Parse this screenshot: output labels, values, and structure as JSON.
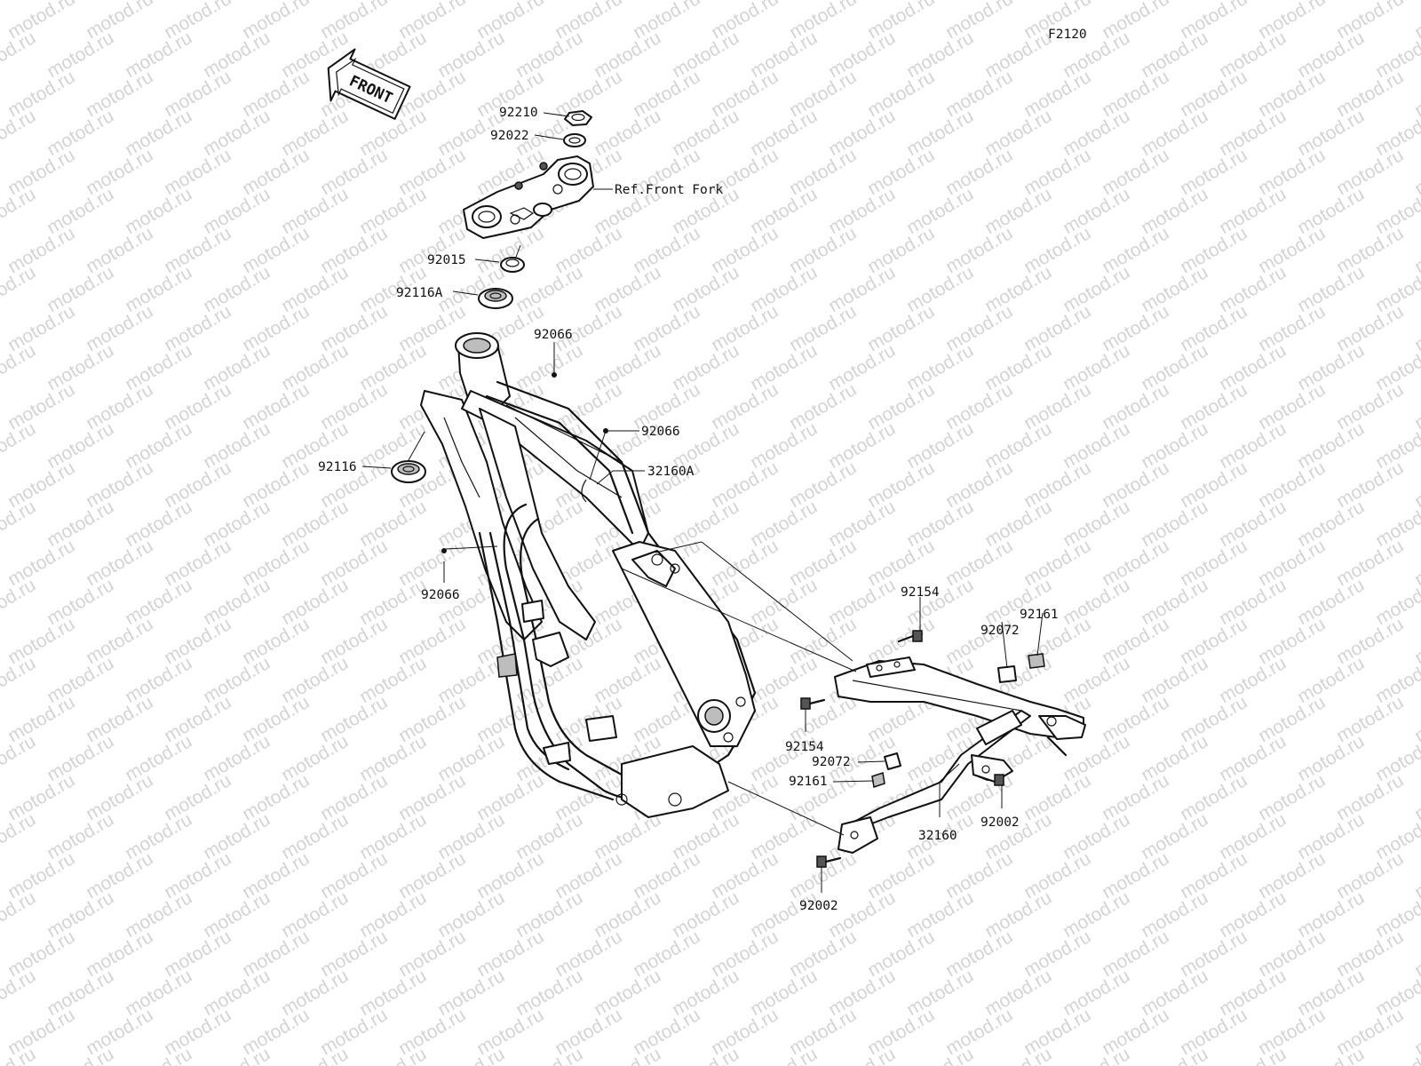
{
  "diagram_code": "F2120",
  "watermark_text": "motod.ru",
  "front_arrow_label": "FRONT",
  "reference_text": "Ref.Front Fork",
  "part_labels": {
    "p92210": "92210",
    "p92022": "92022",
    "p92015": "92015",
    "p92116A": "92116A",
    "p92116": "92116",
    "p92066_top": "92066",
    "p92066_mid": "92066",
    "p92066_left": "92066",
    "p32160A": "32160A",
    "p92154_top": "92154",
    "p92154_bot": "92154",
    "p92072_top": "92072",
    "p92072_bot": "92072",
    "p92161_top": "92161",
    "p92161_bot": "92161",
    "p32160": "32160",
    "p92002_right": "92002",
    "p92002_bot": "92002"
  }
}
